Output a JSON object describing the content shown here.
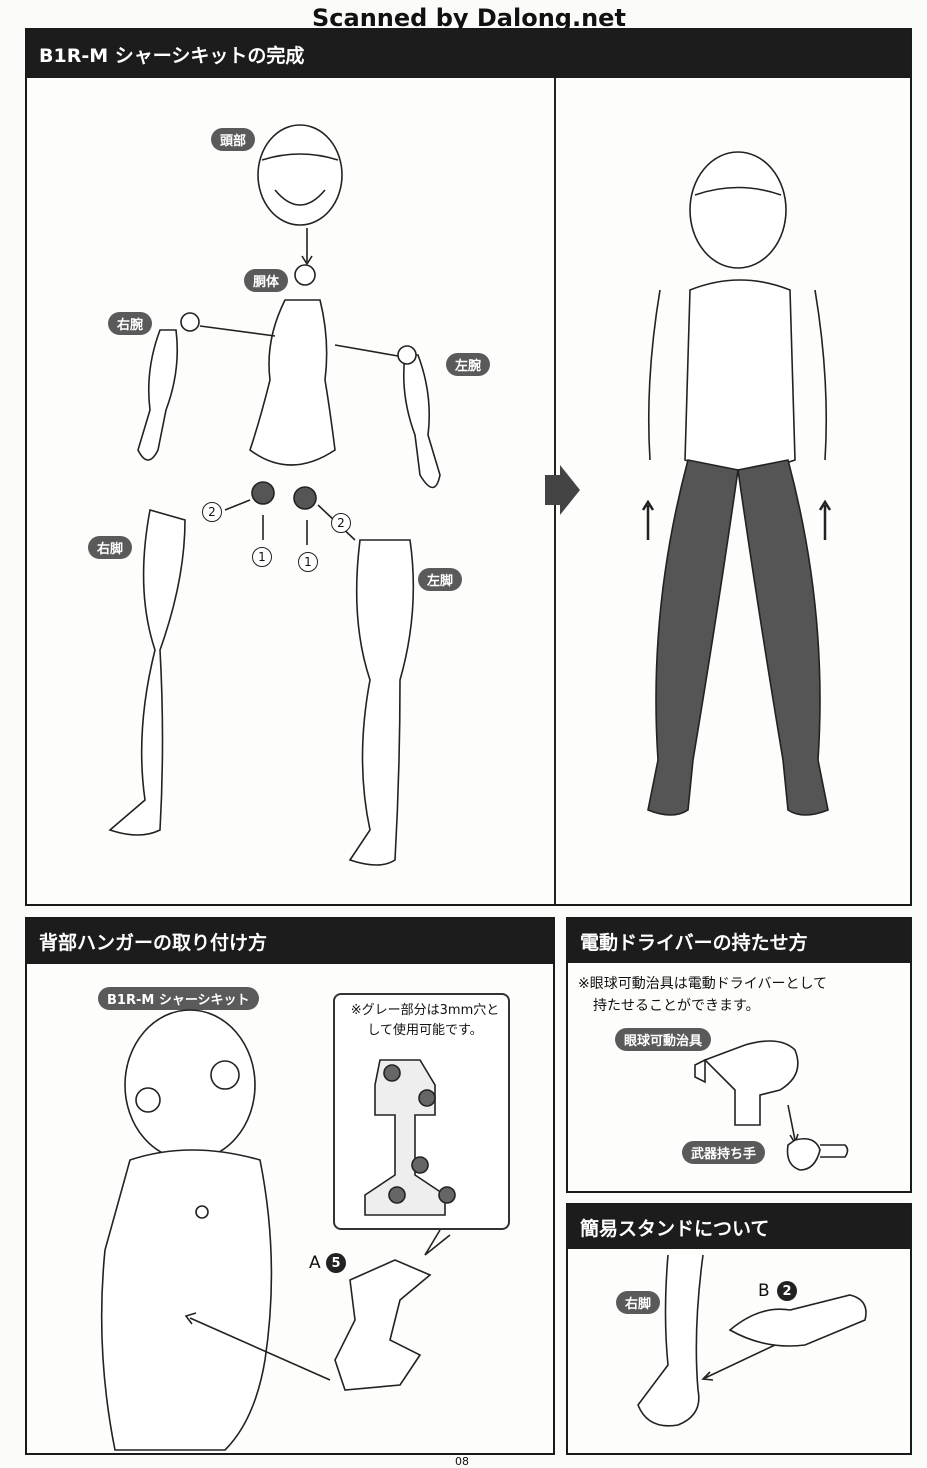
{
  "watermark": "Scanned by Dalong.net",
  "section1": {
    "title": "B1R-M シャーシキットの完成",
    "labels": {
      "head": "頭部",
      "torso": "胴体",
      "right_arm": "右腕",
      "left_arm": "左腕",
      "right_leg": "右脚",
      "left_leg": "左脚"
    },
    "steps": {
      "one": "1",
      "two": "2"
    }
  },
  "section2": {
    "title": "背部ハンガーの取り付け方",
    "kit_label": "B1R-M シャーシキット",
    "note": "※グレー部分は3mm穴として使用可能です。",
    "part_letter": "A",
    "part_number": "5"
  },
  "section3": {
    "title": "電動ドライバーの持たせ方",
    "note_line1": "※眼球可動治具は電動ドライバーとして",
    "note_line2": "持たせることができます。",
    "tool_label": "眼球可動治具",
    "hand_label": "武器持ち手"
  },
  "section4": {
    "title": "簡易スタンドについて",
    "leg_label": "右脚",
    "part_letter": "B",
    "part_number": "2"
  },
  "page_number": "08"
}
